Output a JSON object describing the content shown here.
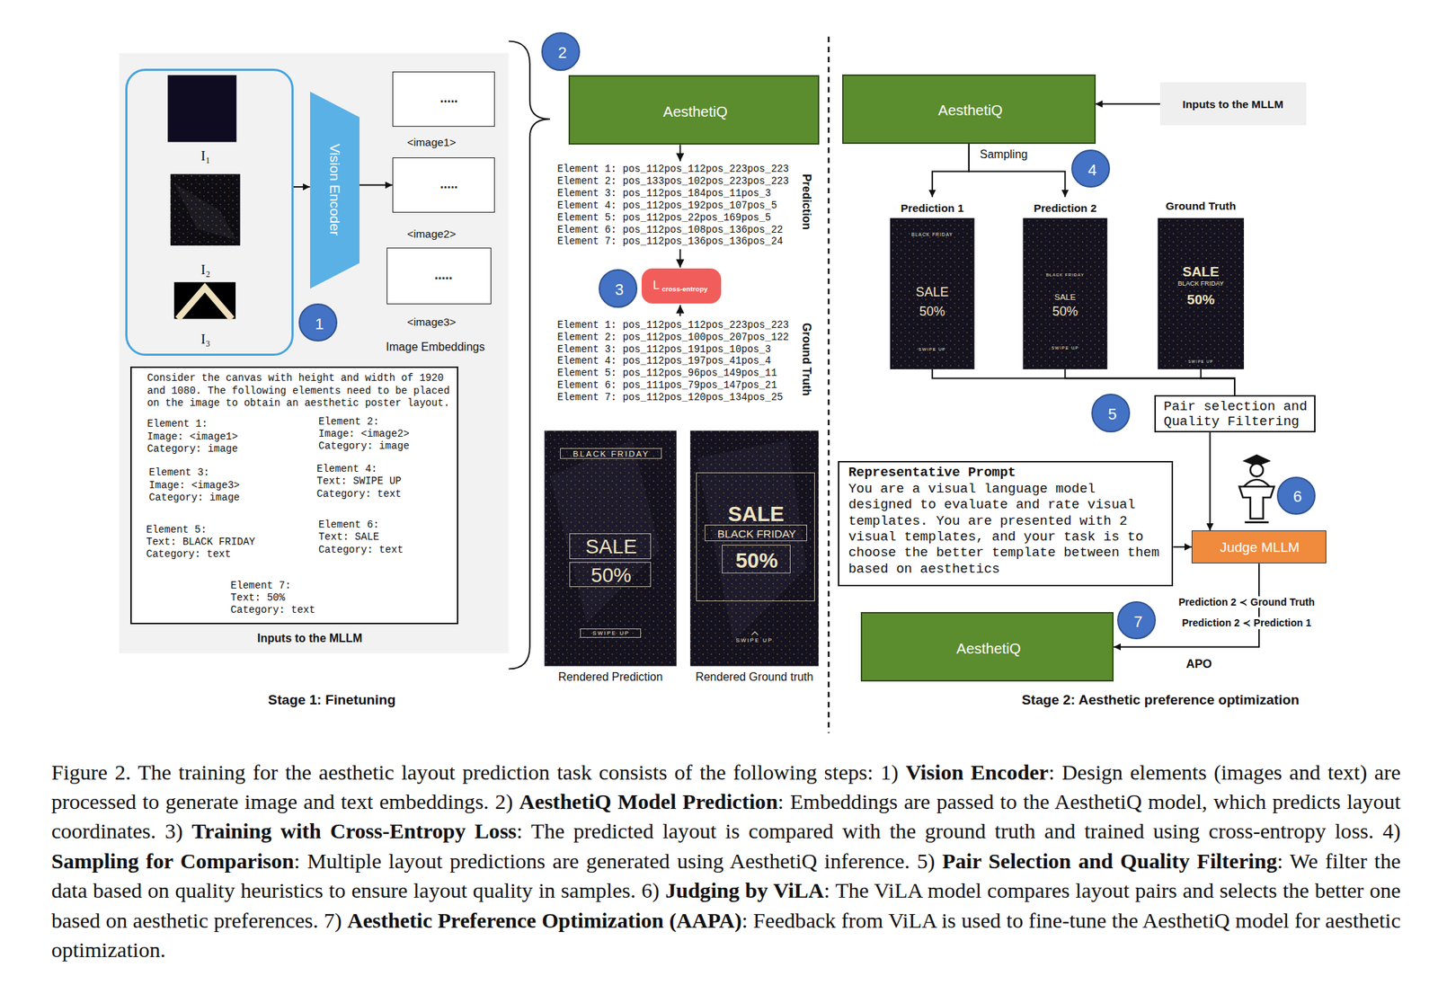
{
  "diagram": {
    "caption": "Figure 2. The training for the aesthetic layout prediction task consists of the following steps: 1) Vision Encoder: Design elements (images and text) are processed to generate image and text embeddings. 2) AesthetiQ Model Prediction: Embeddings are passed to the AesthetiQ model, which predicts layout coordinates. 3) Training with Cross-Entropy Loss: The predicted layout is compared with the ground truth and trained using cross-entropy loss. 4) Sampling for Comparison: Multiple layout predictions are generated using AesthetiQ inference. 5) Pair Selection and Quality Filtering: We filter the data based on quality heuristics to ensure layout quality in samples. 6) Judging by ViLA: The ViLA model compares layout pairs and selects the better one based on aesthetic preferences. 7) Aesthetic Preference Optimization (AAPA): Feedback from ViLA is used to fine-tune the AesthetiQ model for aesthetic optimization.",
    "nodes": [
      {
        "text": [
          "I₁",
          "I₂",
          "I₃"
        ]
      },
      {
        "text": [
          "1"
        ]
      },
      {
        "text": [
          "Vision Encoder"
        ]
      },
      {
        "text": [
          ".....",
          "<image1>"
        ]
      },
      {
        "text": [
          ".....",
          "<image2>"
        ]
      },
      {
        "text": [
          ".....",
          "<image3>"
        ]
      },
      {
        "text": [
          "Consider the canvas with height and width of 1920 and 1080. The following elements need to be placed on the image to obtain an aesthetic poster layout.",
          "Element 1: Image: <image1> Category: image",
          "Element 2: Image: <image2> Category: image",
          "Element 3: Image: <image3> Category: image",
          "Element 4: Text: SWIPE UP Category: text",
          "Element 5: Text: BLACK FRIDAY Category: text",
          "Element 6: Text: SALE Category: text",
          "Element 7: Text: 50% Category: text"
        ]
      },
      {
        "text": [
          "2"
        ]
      },
      {
        "text": [
          "AesthetiQ"
        ]
      },
      {
        "text": [
          "3"
        ]
      },
      {
        "text": [
          "L",
          "cross-entropy"
        ]
      },
      {
        "text": [
          "Rendered Prediction"
        ]
      },
      {
        "text": [
          "BLACK FRIDAY"
        ],
        "in": 11
      },
      {
        "text": [
          "SALE"
        ],
        "in": 11
      },
      {
        "text": [
          "50%"
        ],
        "in": 11
      },
      {
        "text": [
          "SWIPE UP"
        ],
        "in": 11
      },
      {
        "text": [
          "SWIPE UP",
          "Rendered Ground truth"
        ]
      },
      {
        "text": [
          "SALE"
        ],
        "in": 16
      },
      {
        "text": [
          "BLACK FRIDAY"
        ],
        "in": 17
      },
      {
        "text": [
          "50%"
        ],
        "in": 17
      },
      {
        "text": [
          "AesthetiQ"
        ]
      },
      {
        "text": [
          "Inputs to the MLLM"
        ]
      },
      {
        "text": [
          "4"
        ]
      },
      {
        "text": [
          "Prediction 1",
          "BLACK FRIDAY",
          "SALE",
          "50%",
          "SWIPE UP"
        ]
      },
      {
        "text": [
          "Prediction 2",
          "BLACK FRIDAY",
          "SALE",
          "50%",
          "SWIPE UP"
        ]
      },
      {
        "text": [
          "Ground Truth",
          "SALE",
          "BLACK FRIDAY",
          "50%",
          "SWIPE UP"
        ]
      },
      {
        "text": [
          "5"
        ]
      },
      {
        "text": [
          "Pair selection and Quality Filtering"
        ]
      },
      {
        "text": [
          "Representative Prompt",
          "You are a visual language model designed to evaluate and rate visual templates. You are presented with 2 visual templates, and your task is to choose the better template between them based on aesthetics"
        ]
      },
      {
        "text": [
          "6"
        ]
      },
      {
        "text": [
          "Judge MLLM"
        ]
      },
      {
        "text": [
          "7"
        ]
      },
      {
        "text": [
          "AesthetiQ"
        ]
      }
    ],
    "edges": [
      {
        "from": 0,
        "to": 2,
        "arrow": "to"
      },
      {
        "from": 2,
        "to": 4,
        "arrow": "to"
      },
      {
        "from": 21,
        "to": 20,
        "arrow": "to"
      },
      {
        "from": 20,
        "to": 23,
        "arrow": "to"
      },
      {
        "from": 20,
        "to": 24,
        "arrow": "to"
      },
      {
        "from": 23,
        "to": 27,
        "arrow": "none"
      },
      {
        "from": 24,
        "to": 27,
        "arrow": "none"
      },
      {
        "from": 25,
        "to": 27,
        "arrow": "none"
      },
      {
        "from": 27,
        "to": 30,
        "arrow": "to"
      },
      {
        "from": 28,
        "to": 30,
        "arrow": "to"
      },
      {
        "from": 30,
        "to": 32,
        "label": "APO",
        "arrow": "to"
      }
    ],
    "labels": [
      "Image Embeddings",
      "Inputs to the MLLM",
      "Element 1: pos_112pos_112pos_223pos_223",
      "Element 2: pos_133pos_102pos_223pos_223",
      "Element 3: pos_112pos_184pos_11pos_3",
      "Element 4: pos_112pos_192pos_107pos_5",
      "Element 5: pos_112pos_22pos_169pos_5",
      "Element 6: pos_112pos_108pos_136pos_22",
      "Element 7: pos_112pos_136pos_136pos_24",
      "Prediction",
      "Element 1: pos_112pos_112pos_223pos_223",
      "Element 2: pos_112pos_100pos_207pos_122",
      "Element 3: pos_112pos_191pos_10pos_3",
      "Element 4: pos_112pos_197pos_41pos_4",
      "Element 5: pos_112pos_96pos_149pos_11",
      "Element 6: pos_111pos_79pos_147pos_21",
      "Element 7: pos_112pos_120pos_134pos_25",
      "Ground Truth",
      "Sampling",
      "Prediction 2 ≺ Ground Truth",
      "Prediction 2 ≺ Prediction 1",
      "Stage 1: Finetuning",
      "Stage 2: Aesthetic preference optimization"
    ]
  }
}
